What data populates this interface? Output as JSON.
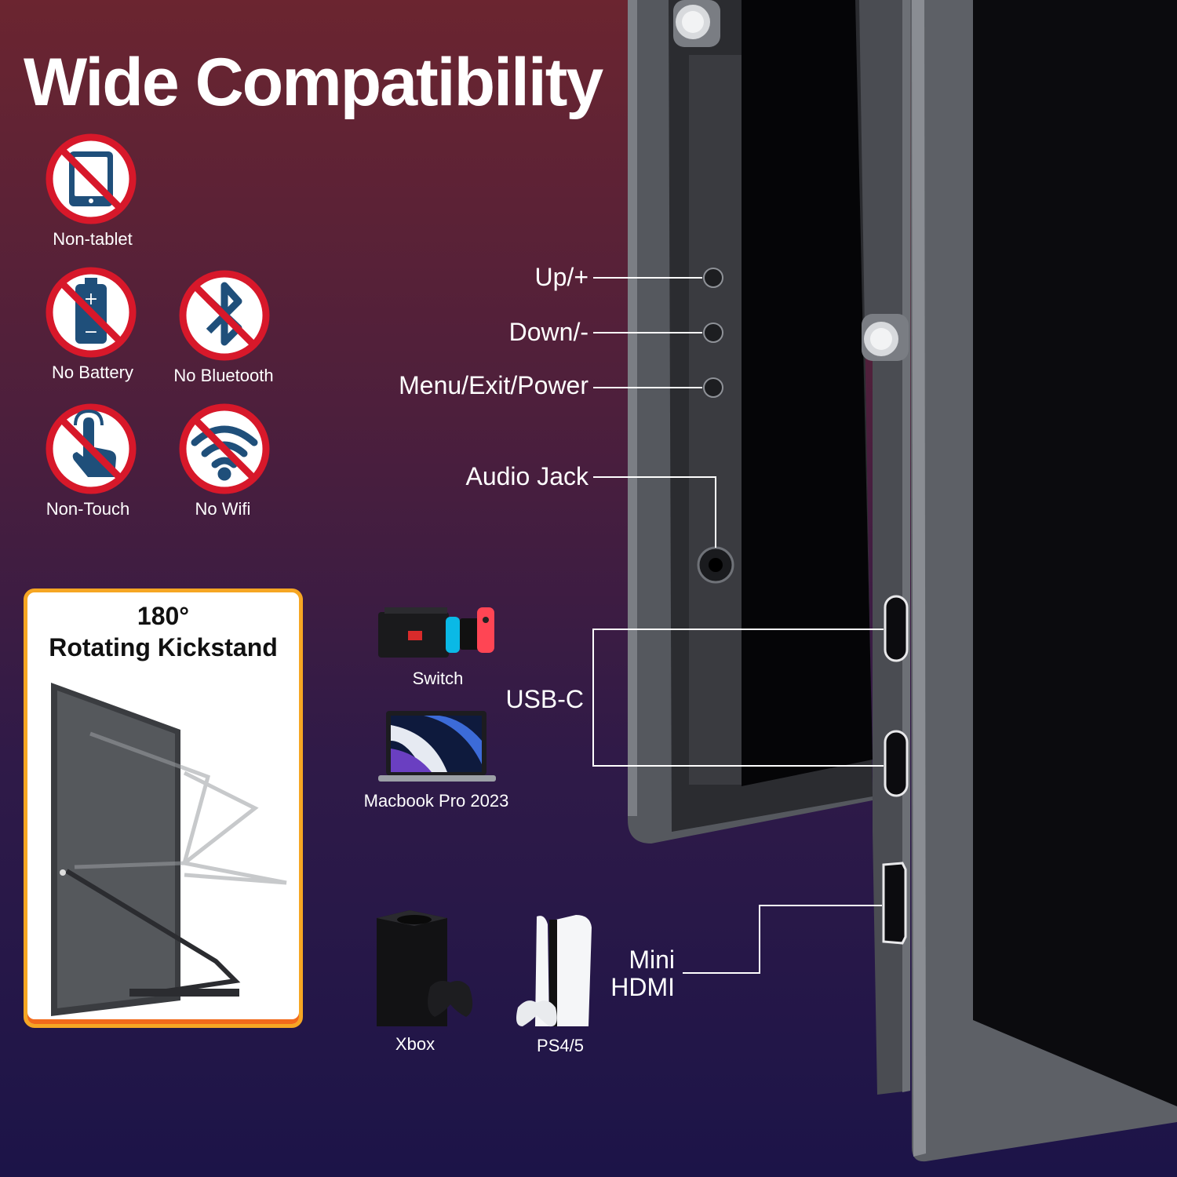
{
  "title": "Wide Compatibility",
  "features": [
    {
      "label": "Non-tablet",
      "icon": "tablet-icon"
    },
    {
      "label": "No Battery",
      "icon": "battery-icon"
    },
    {
      "label": "No Bluetooth",
      "icon": "bluetooth-icon"
    },
    {
      "label": "Non-Touch",
      "icon": "touch-icon"
    },
    {
      "label": "No Wifi",
      "icon": "wifi-icon"
    }
  ],
  "kickstand": {
    "line1": "180°",
    "line2": "Rotating Kickstand"
  },
  "callouts": {
    "up": "Up/+",
    "down": "Down/-",
    "menu": "Menu/Exit/Power",
    "audio": "Audio Jack",
    "usbc": "USB-C",
    "hdmi_line1": "Mini",
    "hdmi_line2": "HDMI"
  },
  "devices": {
    "switch": "Switch",
    "macbook": "Macbook Pro 2023",
    "xbox": "Xbox",
    "ps": "PS4/5"
  },
  "colors": {
    "prohibit_red": "#d7182a",
    "icon_blue": "#1f4f7a",
    "card_border": "#f6a623"
  }
}
